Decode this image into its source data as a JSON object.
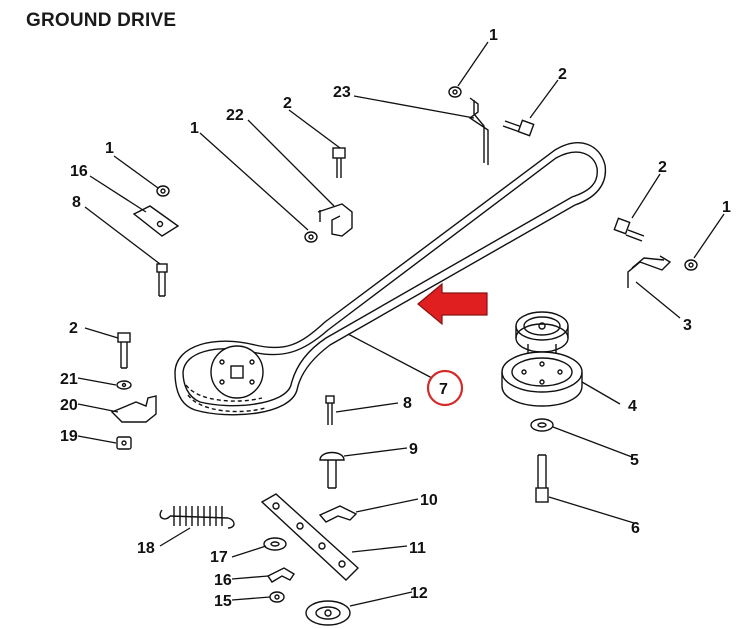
{
  "title": "GROUND DRIVE",
  "callouts": {
    "c1a": "1",
    "c2a": "2",
    "c23": "23",
    "c22": "22",
    "c2b": "2",
    "c1b": "1",
    "c1c": "1",
    "c16a": "16",
    "c8a": "8",
    "c2c": "2",
    "c1d": "1",
    "c3": "3",
    "c2d": "2",
    "c21": "21",
    "c20": "20",
    "c19": "19",
    "c7": "7",
    "c4": "4",
    "c5": "5",
    "c6": "6",
    "c8b": "8",
    "c9": "9",
    "c10": "10",
    "c11": "11",
    "c18": "18",
    "c17": "17",
    "c16b": "16",
    "c15": "15",
    "c12": "12"
  },
  "highlight": {
    "part": "7",
    "arrow_color": "#e02020",
    "circle_color": "#d42a2a"
  }
}
